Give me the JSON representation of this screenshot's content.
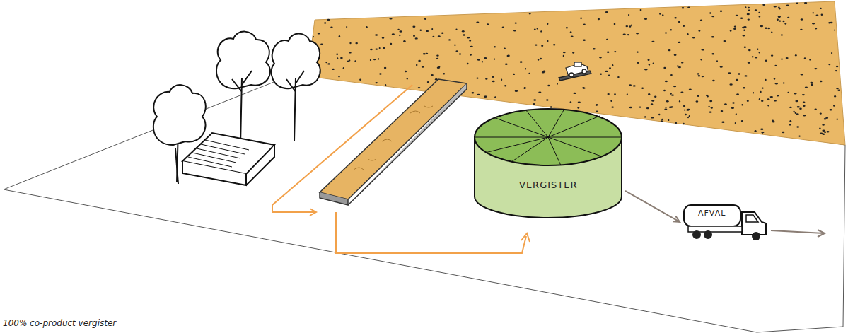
{
  "diagram": {
    "caption": "100% co-product vergister",
    "nodes": [
      {
        "text": [
          "VERGISTER"
        ]
      },
      {
        "text": [
          "AFVAL"
        ]
      }
    ],
    "edges": [
      {
        "from": 0,
        "to": 1,
        "arrow": "to"
      }
    ]
  }
}
